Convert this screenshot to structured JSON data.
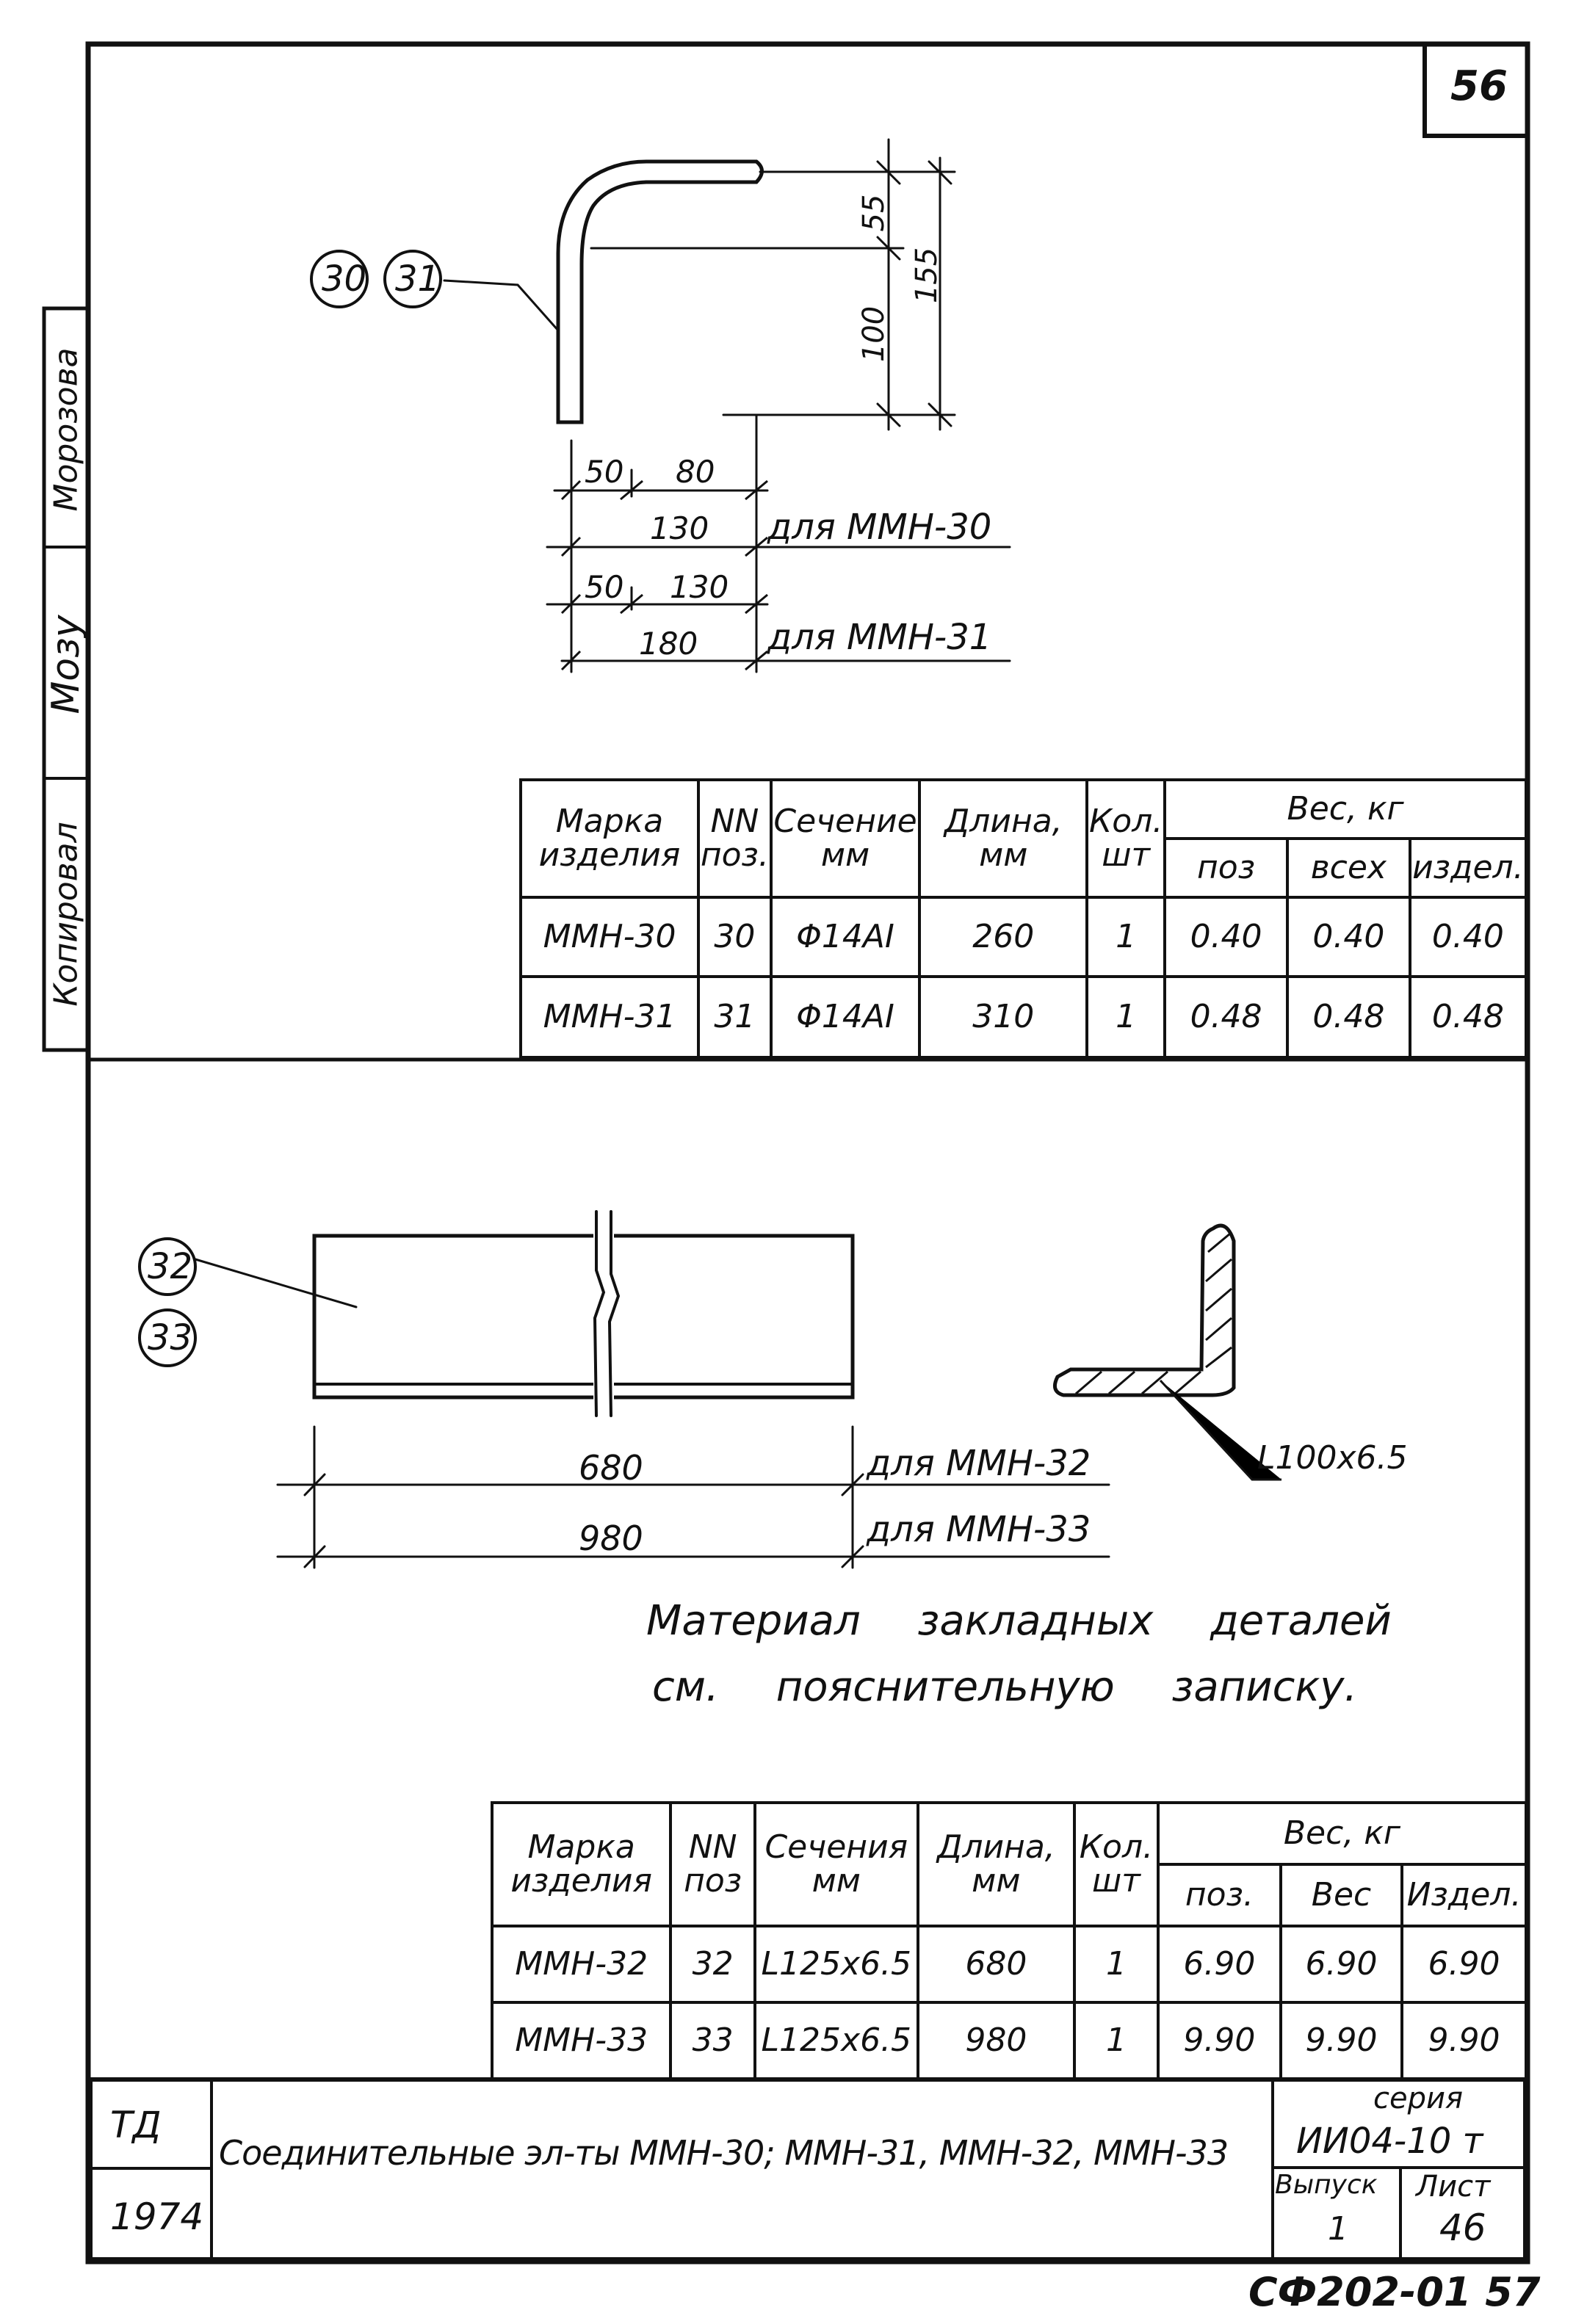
{
  "sheet_corner_number": "56",
  "side_stamp": {
    "role": "Копировал",
    "name": "Морозова",
    "signature_text": "Мозу"
  },
  "drawing1": {
    "callouts": [
      "30",
      "31"
    ],
    "dims_vertical": {
      "top": "55",
      "total": "155",
      "lower": "100"
    },
    "dims_row1": {
      "a": "50",
      "b": "80"
    },
    "dims_row2": {
      "total": "130",
      "note": "для ММН-30"
    },
    "dims_row3": {
      "a": "50",
      "b": "130"
    },
    "dims_row4": {
      "total": "180",
      "note": "для ММН-31"
    }
  },
  "table1": {
    "headers": {
      "mark": [
        "Марка",
        "изделия"
      ],
      "pos": [
        "NN",
        "поз."
      ],
      "section": [
        "Сечение",
        "мм"
      ],
      "length": [
        "Длина,",
        "мм"
      ],
      "qty": [
        "Кол.",
        "шт"
      ],
      "weight": "Вес, кг",
      "weight_sub": [
        "поз",
        "всех",
        "издел."
      ]
    },
    "rows": [
      {
        "mark": "ММН-30",
        "pos": "30",
        "section": "Φ14АI",
        "length": "260",
        "qty": "1",
        "w_pos": "0.40",
        "w_all": "0.40",
        "w_item": "0.40"
      },
      {
        "mark": "ММН-31",
        "pos": "31",
        "section": "Φ14АI",
        "length": "310",
        "qty": "1",
        "w_pos": "0.48",
        "w_all": "0.48",
        "w_item": "0.48"
      }
    ]
  },
  "drawing2": {
    "callouts": [
      "32",
      "33"
    ],
    "dim1": {
      "value": "680",
      "note": "для ММН-32"
    },
    "dim2": {
      "value": "980",
      "note": "для ММН-33"
    },
    "angle_label": "L100x6.5"
  },
  "material_note": [
    "Материал закладных деталей",
    "см. пояснительную записку."
  ],
  "table2": {
    "headers": {
      "mark": [
        "Марка",
        "изделия"
      ],
      "pos": [
        "NN",
        "поз"
      ],
      "section": [
        "Сечения",
        "мм"
      ],
      "length": [
        "Длина,",
        "мм"
      ],
      "qty": [
        "Кол.",
        "шт"
      ],
      "weight": "Вес, кг",
      "weight_sub": [
        "поз.",
        "Вес",
        "Издел."
      ]
    },
    "rows": [
      {
        "mark": "ММН-32",
        "pos": "32",
        "section": "L125x6.5",
        "length": "680",
        "qty": "1",
        "w_pos": "6.90",
        "w_all": "6.90",
        "w_item": "6.90"
      },
      {
        "mark": "ММН-33",
        "pos": "33",
        "section": "L125x6.5",
        "length": "980",
        "qty": "1",
        "w_pos": "9.90",
        "w_all": "9.90",
        "w_item": "9.90"
      }
    ]
  },
  "title_block": {
    "org": "ТД",
    "year": "1974",
    "title": "Соединительные эл-ты ММН-30; ММН-31, ММН-32, ММН-33",
    "series_label": "серия",
    "series_value": "ИИ04-10 т",
    "issue_label": "Выпуск",
    "issue_value": "1",
    "sheet_label": "Лист",
    "sheet_value": "46"
  },
  "footer_code": "СФ202-01 57"
}
